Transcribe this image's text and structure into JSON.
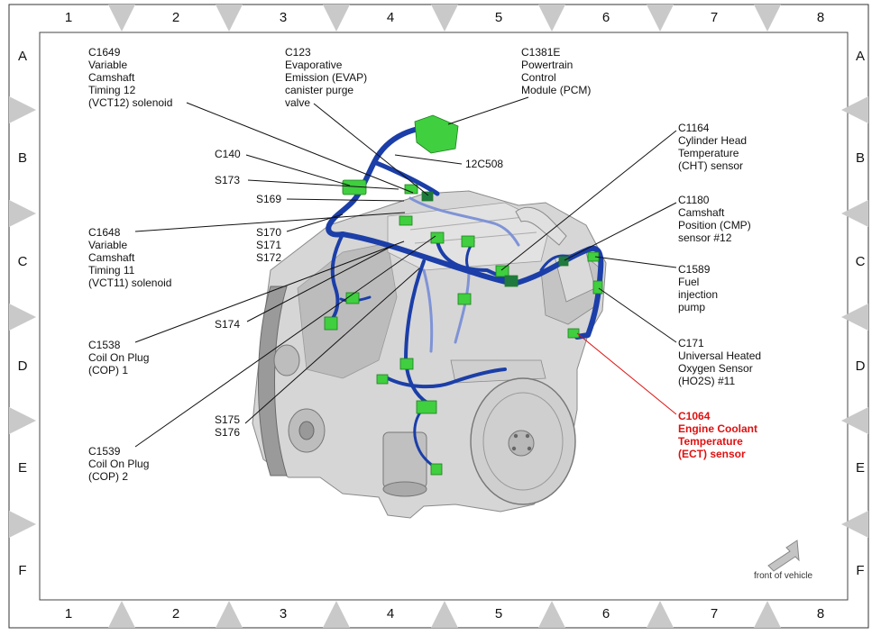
{
  "grid": {
    "columns": [
      "1",
      "2",
      "3",
      "4",
      "5",
      "6",
      "7",
      "8"
    ],
    "rows": [
      "A",
      "B",
      "C",
      "D",
      "E",
      "F"
    ]
  },
  "labels": {
    "c1649": [
      "C1649",
      "Variable",
      "Camshaft",
      "Timing 12",
      "(VCT12) solenoid"
    ],
    "c123": [
      "C123",
      "Evaporative",
      "Emission (EVAP)",
      "canister purge",
      "valve"
    ],
    "c1381e": [
      "C1381E",
      "Powertrain",
      "Control",
      "Module (PCM)"
    ],
    "c140": [
      "C140"
    ],
    "s173": [
      "S173"
    ],
    "s169": [
      "S169"
    ],
    "c12508": [
      "12C508"
    ],
    "c1164": [
      "C1164",
      "Cylinder Head",
      "Temperature",
      "(CHT) sensor"
    ],
    "c1180": [
      "C1180",
      "Camshaft",
      "Position (CMP)",
      "sensor #12"
    ],
    "c1648": [
      "C1648",
      "Variable",
      "Camshaft",
      "Timing 11",
      "(VCT11) solenoid"
    ],
    "s170": [
      "S170",
      "S171",
      "S172"
    ],
    "c1589": [
      "C1589",
      "Fuel",
      "injection",
      "pump"
    ],
    "s174": [
      "S174"
    ],
    "c1538": [
      "C1538",
      "Coil On Plug",
      "(COP) 1"
    ],
    "c171": [
      "C171",
      "Universal Heated",
      "Oxygen Sensor",
      "(HO2S) #11"
    ],
    "c1064": [
      "C1064",
      "Engine Coolant",
      "Temperature",
      "(ECT) sensor"
    ],
    "s175": [
      "S175",
      "S176"
    ],
    "c1539": [
      "C1539",
      "Coil On Plug",
      "(COP) 2"
    ]
  },
  "front_of_vehicle": "front of vehicle",
  "colors": {
    "highlight": "#e01010",
    "harness": "#1b3ea8",
    "connector": "#3fcf3f",
    "engine": "#d4d4d4",
    "marker": "#c9c9c9"
  }
}
